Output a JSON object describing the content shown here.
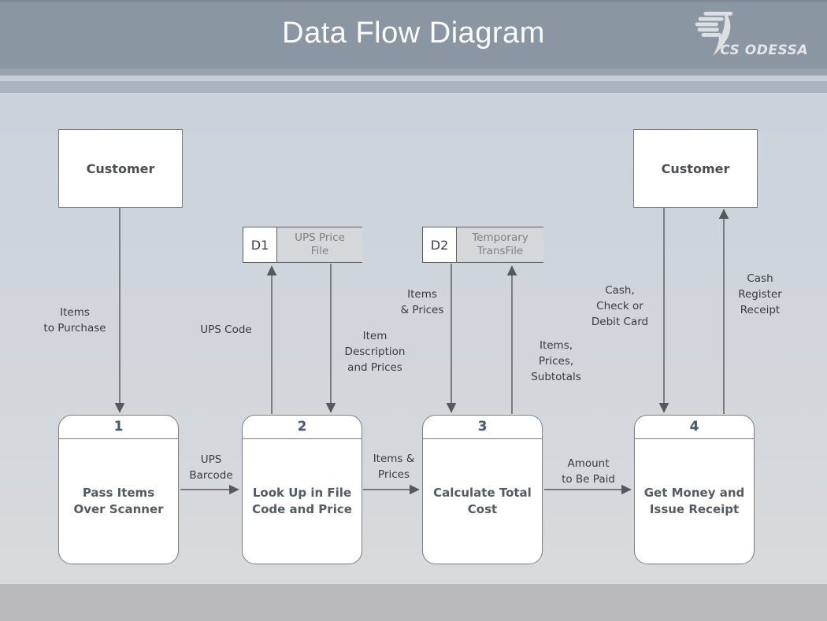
{
  "header": {
    "title": "Data Flow Diagram",
    "logo_text": "CS ODESSA"
  },
  "external_entities": [
    {
      "label": "Customer"
    },
    {
      "label": "Customer"
    }
  ],
  "processes": [
    {
      "number": "1",
      "label": "Pass Items\nOver Scanner"
    },
    {
      "number": "2",
      "label": "Look Up in File\nCode and Price"
    },
    {
      "number": "3",
      "label": "Calculate Total\nCost"
    },
    {
      "number": "4",
      "label": "Get Money and\nIssue Receipt"
    }
  ],
  "data_stores": [
    {
      "id": "D1",
      "label": "UPS Price\nFile"
    },
    {
      "id": "D2",
      "label": "Temporary\nTransFile"
    }
  ],
  "flows": {
    "items_to_purchase": "Items\nto Purchase",
    "ups_barcode": "UPS\nBarcode",
    "ups_code": "UPS Code",
    "item_description": "Item\nDescription\nand Prices",
    "items_prices_mid": "Items &\nPrices",
    "items_prices_store": "Items\n& Prices",
    "items_prices_subtotals": "Items,\nPrices,\nSubtotals",
    "amount_to_be_paid": "Amount\nto Be Paid",
    "cash_check_debit": "Cash,\nCheck or\nDebit Card",
    "cash_register_receipt": "Cash\nRegister\nReceipt"
  },
  "colors": {
    "header_bg": "#8b96a3",
    "main_bg_top": "#cbd2db",
    "main_bg_bottom": "#d9dadb",
    "footer_bg": "#b9b9bb",
    "shape_border": "#7e7e7e",
    "arrow": "#55595e",
    "process_text": "#565b62",
    "store_name_text": "#7c8187"
  }
}
